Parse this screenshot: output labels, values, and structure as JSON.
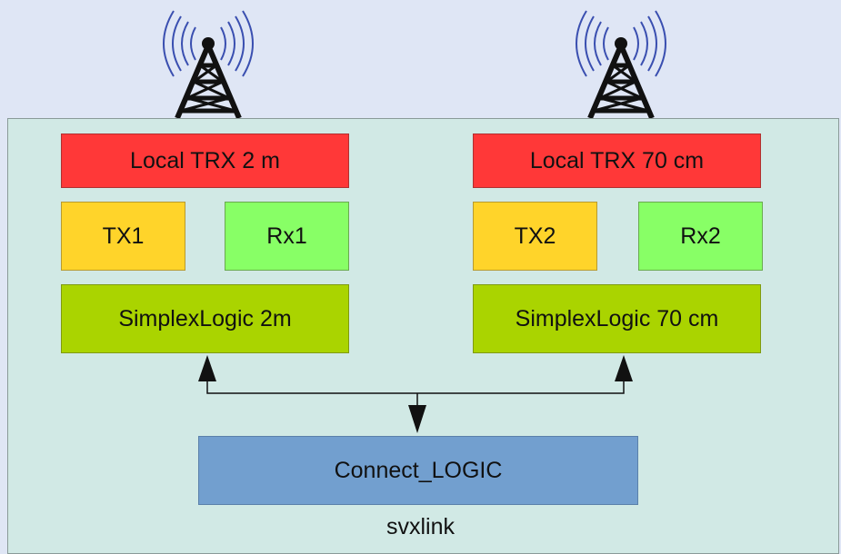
{
  "diagram": {
    "container_label": "svxlink",
    "nodes": {
      "trx_2m": "Local TRX 2 m",
      "trx_70cm": "Local TRX 70 cm",
      "tx1": "TX1",
      "rx1": "Rx1",
      "tx2": "TX2",
      "rx2": "Rx2",
      "logic_2m": "SimplexLogic 2m",
      "logic_70cm": "SimplexLogic 70 cm",
      "connect": "Connect_LOGIC"
    },
    "edges": [
      {
        "from": "connect",
        "to": "logic_2m",
        "style": "arrow"
      },
      {
        "from": "connect",
        "to": "logic_70cm",
        "style": "arrow"
      },
      {
        "from": "logic_2m",
        "to": "connect",
        "style": "arrow"
      }
    ],
    "colors": {
      "trx": "#ff3838",
      "tx": "#ffd42a",
      "rx": "#88ff66",
      "logic": "#aad400",
      "connect": "#729fcf",
      "container": "#d1e9e5",
      "background": "#dfe6f5"
    },
    "icons": [
      "radio-antenna-icon",
      "radio-antenna-icon"
    ]
  }
}
